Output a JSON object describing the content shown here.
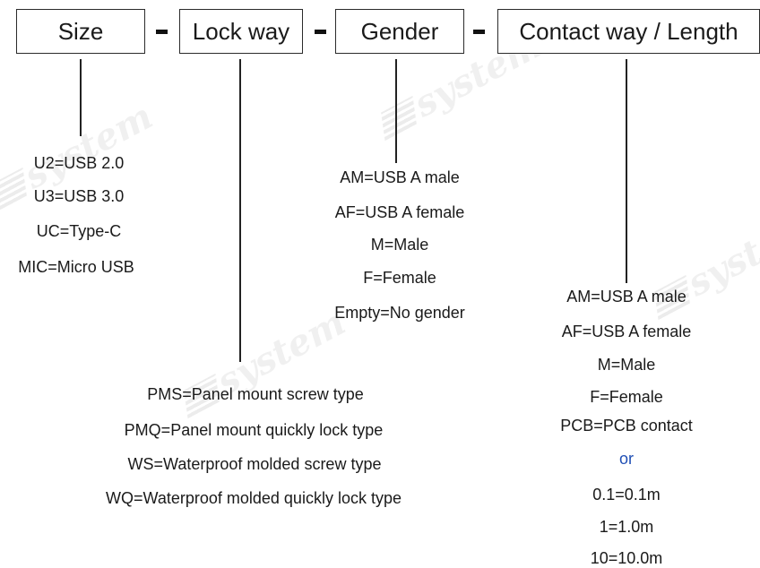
{
  "header": {
    "boxes": [
      "Size",
      "Lock way",
      "Gender",
      "Contact way / Length"
    ],
    "separator": "-"
  },
  "watermark": "system",
  "size_options": [
    "U2=USB 2.0",
    "U3=USB 3.0",
    "UC=Type-C",
    "MIC=Micro USB"
  ],
  "gender_options": [
    "AM=USB A male",
    "AF=USB A female",
    "M=Male",
    "F=Female",
    "Empty=No gender"
  ],
  "lock_options": [
    "PMS=Panel mount screw type",
    "PMQ=Panel mount quickly lock type",
    "WS=Waterproof molded screw type",
    "WQ=Waterproof molded quickly lock type"
  ],
  "contact_options": [
    "AM=USB A male",
    "AF=USB A female",
    "M=Male",
    "F=Female",
    "PCB=PCB contact"
  ],
  "or_label": "or",
  "length_options": [
    "0.1=0.1m",
    "1=1.0m",
    "10=10.0m"
  ],
  "colors": {
    "or_text": "#1f4fb5",
    "text": "#1a1a1a",
    "line": "#222222"
  }
}
